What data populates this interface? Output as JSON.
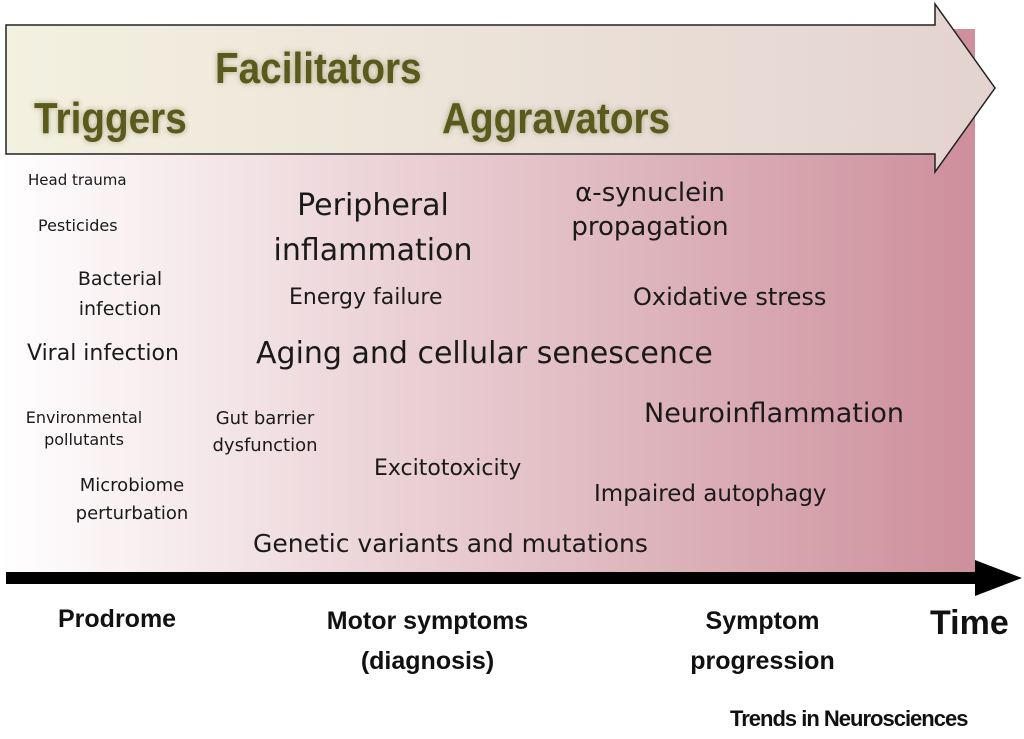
{
  "phases": {
    "triggers": "Triggers",
    "facilitators": "Facilitators",
    "aggravators": "Aggravators"
  },
  "factors": {
    "head_trauma": "Head trauma",
    "pesticides": "Pesticides",
    "bacterial_infection": "Bacterial infection",
    "viral_infection": "Viral infection",
    "environmental_pollutants": "Environmental pollutants",
    "gut_barrier": "Gut barrier dysfunction",
    "microbiome": "Microbiome perturbation",
    "peripheral_inflammation": "Peripheral inflammation",
    "energy_failure": "Energy failure",
    "aging": "Aging and cellular senescence",
    "excitotoxicity": "Excitotoxicity",
    "genetic": "Genetic variants and mutations",
    "synuclein": "α-synuclein propagation",
    "oxidative": "Oxidative stress",
    "neuroinflammation": "Neuroinflammation",
    "autophagy": "Impaired autophagy"
  },
  "timeline": {
    "prodrome": "Prodrome",
    "motor": "Motor symptoms (diagnosis)",
    "progression": "Symptom progression",
    "time": "Time"
  },
  "journal": "Trends in Neurosciences",
  "colors": {
    "gradient_start": "#ffffff",
    "gradient_end": "#cd8f9b",
    "olive": "#5a5a1c"
  }
}
